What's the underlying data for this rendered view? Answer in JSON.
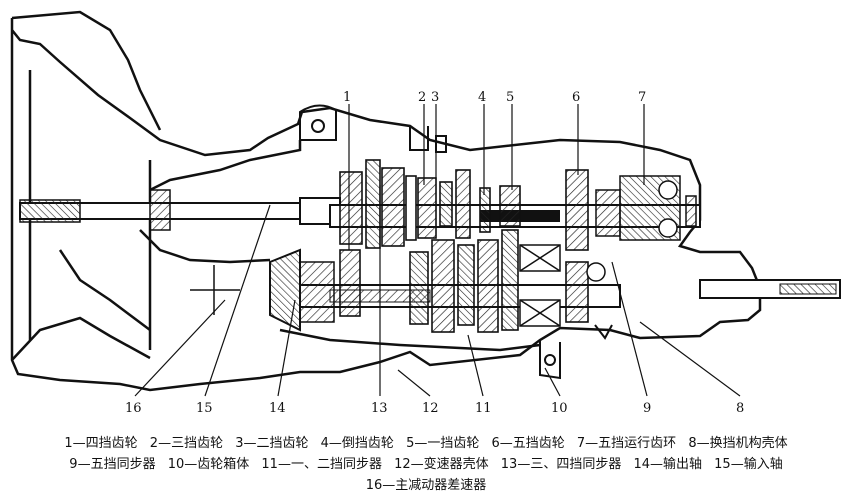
{
  "diagram": {
    "callout_numbers": [
      "1",
      "2",
      "3",
      "4",
      "5",
      "6",
      "7",
      "16",
      "15",
      "14",
      "13",
      "12",
      "11",
      "10",
      "9",
      "8"
    ],
    "legend": [
      "1—四挡齿轮",
      "2—三挡齿轮",
      "3—二挡齿轮",
      "4—倒挡齿轮",
      "5—一挡齿轮",
      "6—五挡齿轮",
      "7—五挡运行齿环",
      "8—换挡机构壳体",
      "9—五挡同步器",
      "10—齿轮箱体",
      "11—一、二挡同步器",
      "12—变速器壳体",
      "13—三、四挡同步器",
      "14—输出轴",
      "15—输入轴",
      "16—主减动器差速器"
    ]
  }
}
